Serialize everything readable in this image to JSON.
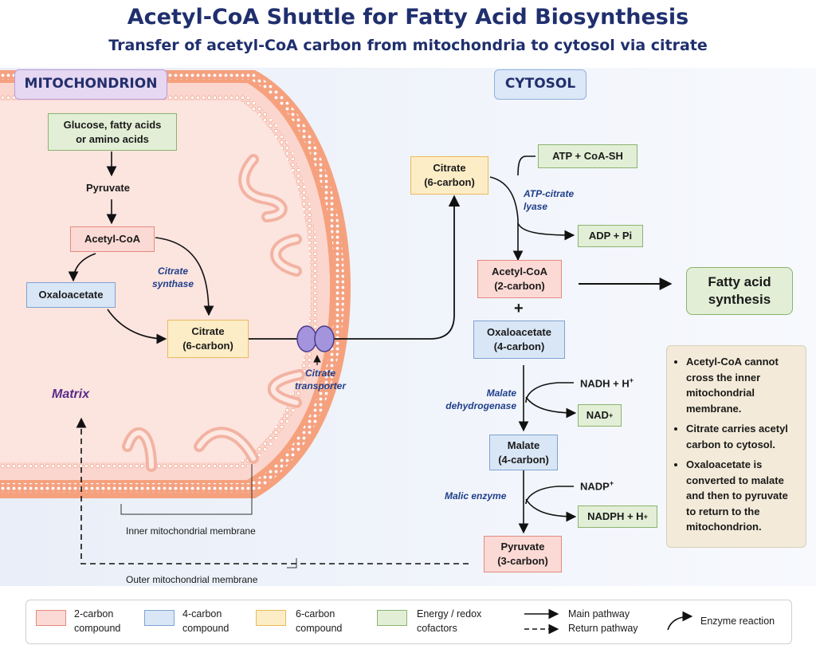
{
  "title": "Acetyl-CoA Shuttle for Fatty Acid Biosynthesis",
  "subtitle": "Transfer of acetyl-CoA carbon from mitochondria to cytosol via citrate",
  "regions": {
    "mitochondrion": "MITOCHONDRION",
    "cytosol": "CYTOSOL",
    "matrix": "Matrix"
  },
  "mito": {
    "source_line1": "Glucose, fatty acids",
    "source_line2": "or amino acids",
    "pyruvate": "Pyruvate",
    "acetyl_coa": "Acetyl-CoA",
    "oxaloacetate": "Oxaloacetate",
    "citrate_line1": "Citrate",
    "citrate_line2": "(6-carbon)",
    "enzyme_line1": "Citrate",
    "enzyme_line2": "synthase",
    "transporter_line1": "Citrate",
    "transporter_line2": "transporter",
    "inner_membrane": "Inner mitochondrial membrane",
    "outer_membrane": "Outer mitochondrial membrane"
  },
  "cyto": {
    "citrate_line1": "Citrate",
    "citrate_line2": "(6-carbon)",
    "atp": "ATP + CoA-SH",
    "lyase_line1": "ATP-citrate",
    "lyase_line2": "lyase",
    "adp": "ADP + Pi",
    "acetyl_line1": "Acetyl-CoA",
    "acetyl_line2": "(2-carbon)",
    "plus": "+",
    "oaa_line1": "Oxaloacetate",
    "oaa_line2": "(4-carbon)",
    "fatty_line1": "Fatty acid",
    "fatty_line2": "synthesis",
    "nadh": "NADH + H",
    "nadh_sup": "+",
    "mdh_line1": "Malate",
    "mdh_line2": "dehydrogenase",
    "nad": "NAD",
    "nad_sup": "+",
    "malate_line1": "Malate",
    "malate_line2": "(4-carbon)",
    "nadp": "NADP",
    "nadp_sup": "+",
    "malic": "Malic enzyme",
    "nadph": "NADPH + H",
    "nadph_sup": "+",
    "pyr_line1": "Pyruvate",
    "pyr_line2": "(3-carbon)"
  },
  "notes": [
    "Acetyl-CoA cannot cross the inner mitochondrial membrane.",
    "Citrate carries acetyl carbon to cytosol.",
    "Oxaloacetate is converted to malate and then to pyruvate to return to the mitochondrion."
  ],
  "legend": {
    "two_carbon_line1": "2-carbon",
    "two_carbon_line2": "compound",
    "four_carbon_line1": "4-carbon",
    "four_carbon_line2": "compound",
    "six_carbon_line1": "6-carbon",
    "six_carbon_line2": "compound",
    "energy_line1": "Energy / redox",
    "energy_line2": "cofactors",
    "main": "Main pathway",
    "return": "Return pathway",
    "enzyme": "Enzyme reaction"
  },
  "colors": {
    "two_carbon": "#fbd9d5",
    "four_carbon": "#d9e6f6",
    "six_carbon": "#fdedc6",
    "cofactor": "#e2efd6",
    "title": "#1f2f6e",
    "membrane": "#f29a72",
    "transporter": "#9f8fd8"
  }
}
